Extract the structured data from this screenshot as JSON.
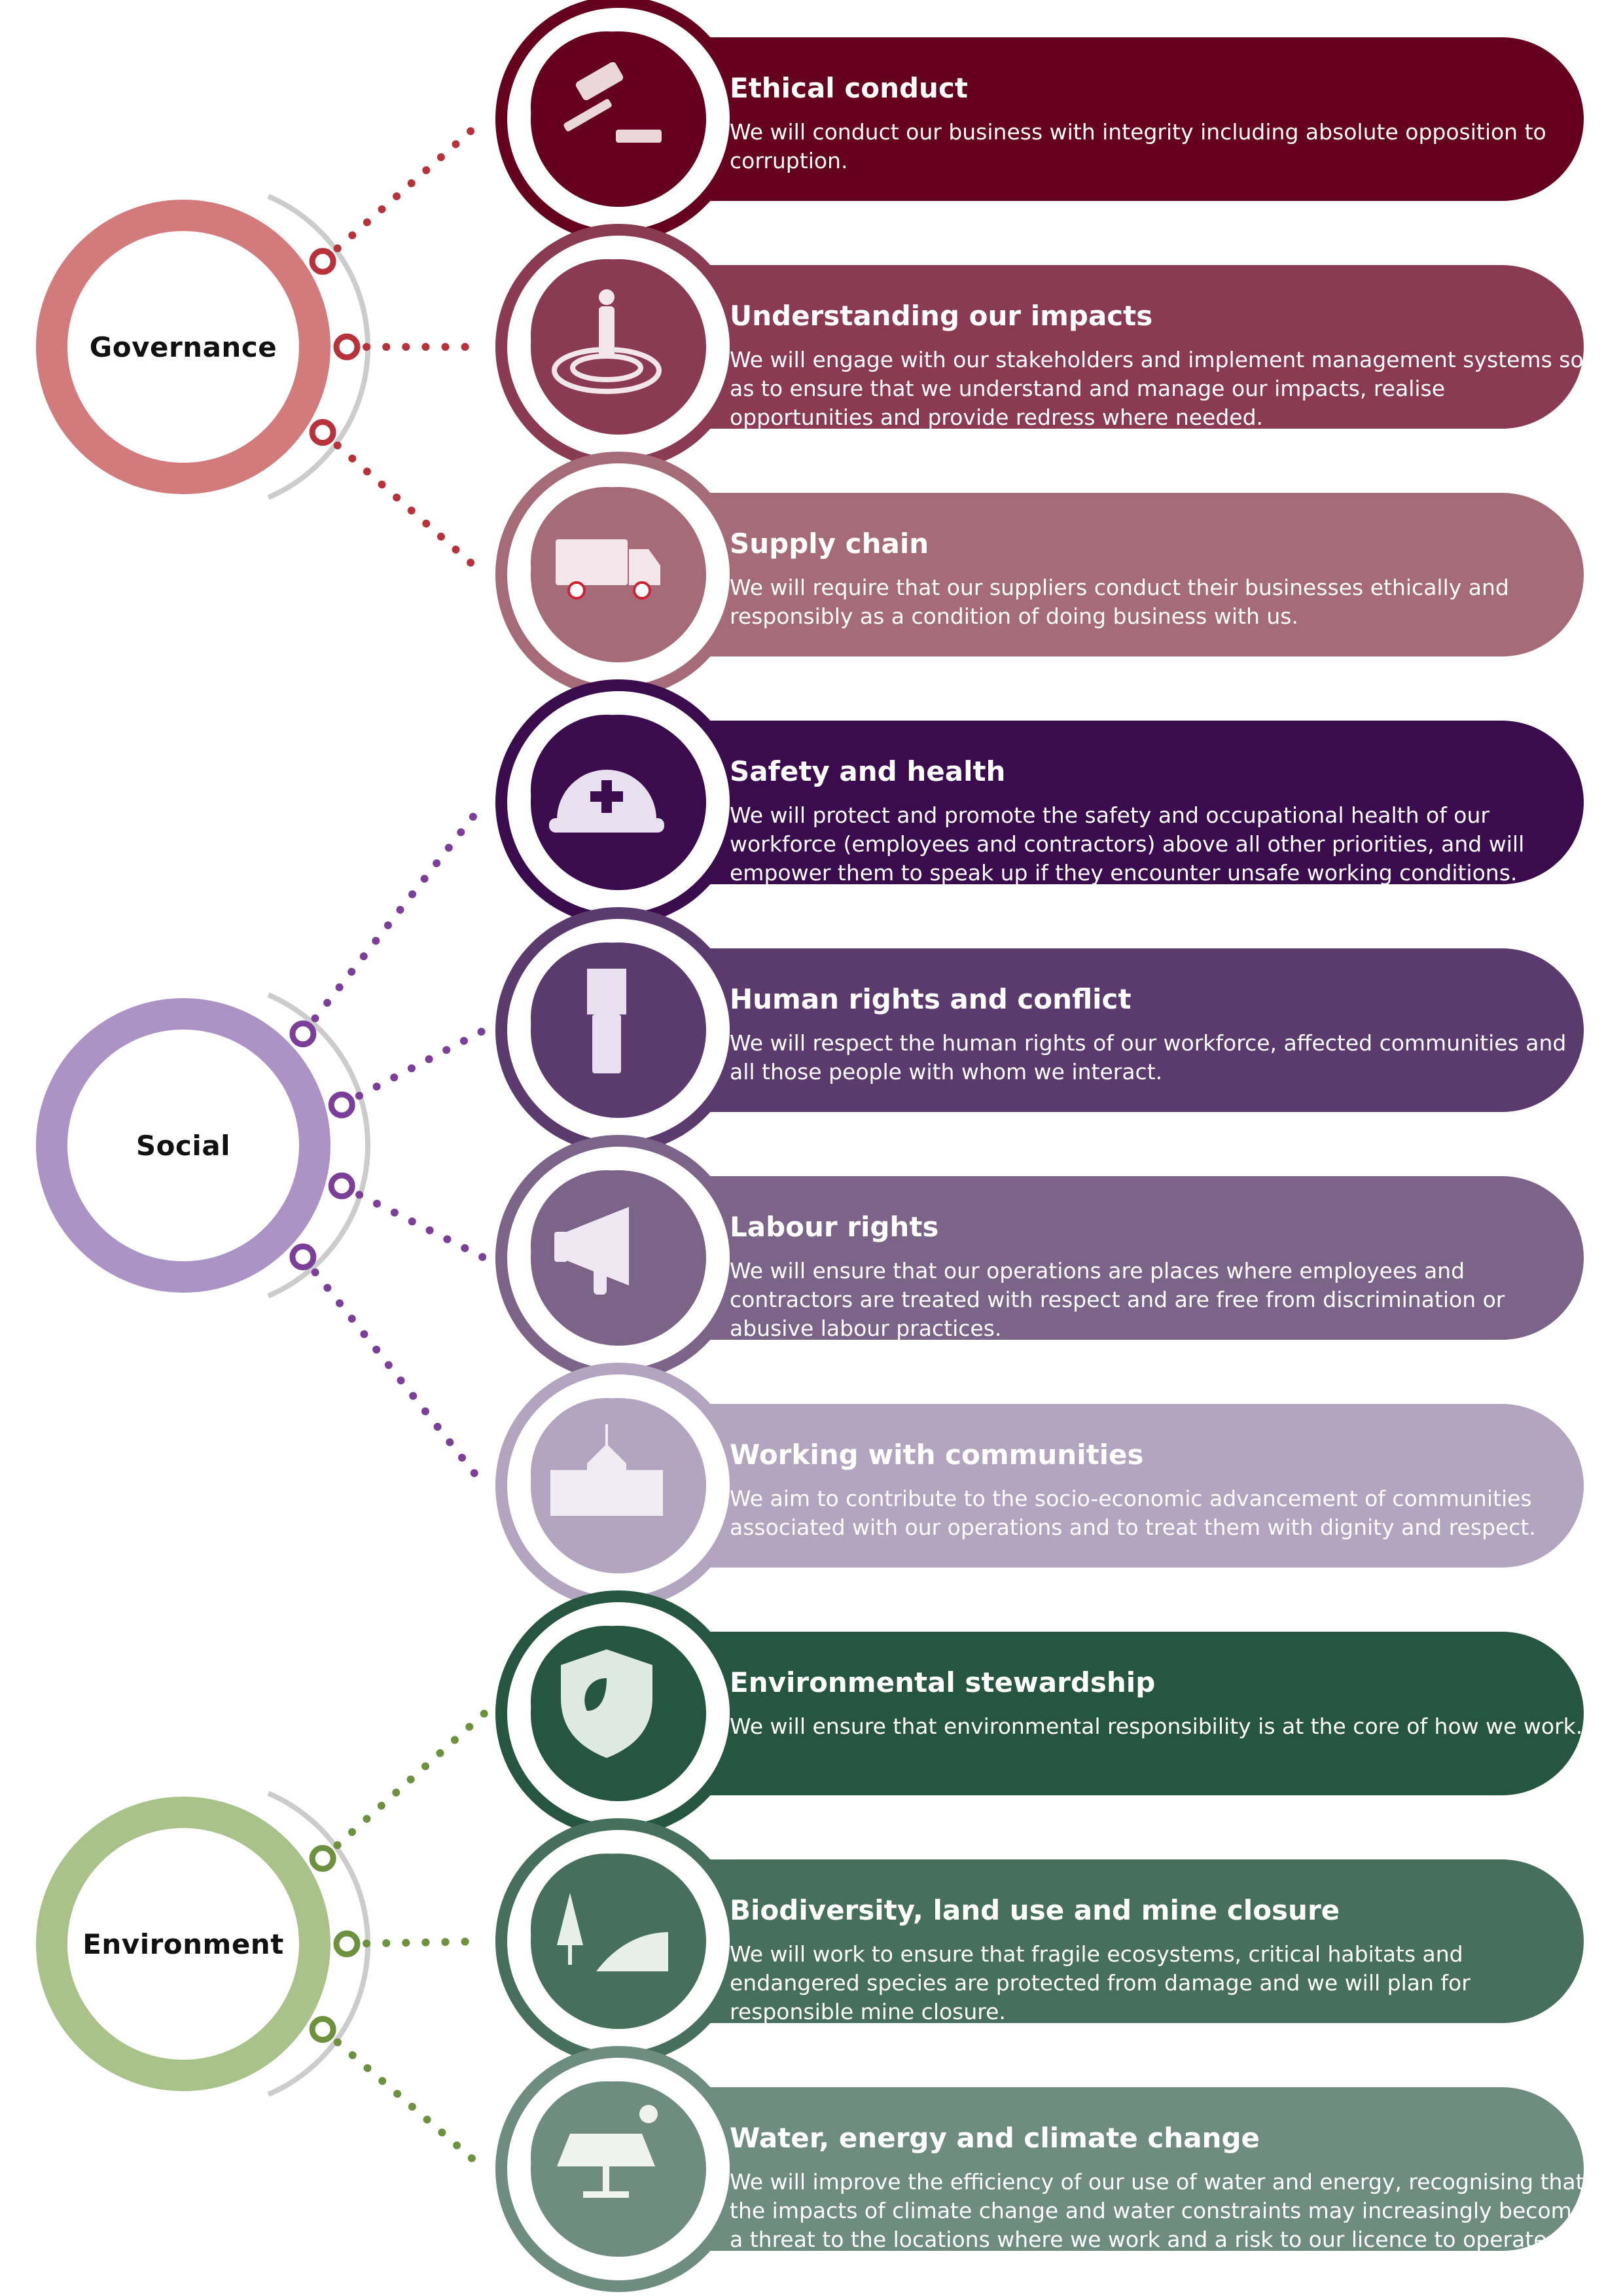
{
  "groups": [
    {
      "label": "Governance",
      "color": "#d27a7c",
      "dot_color": "#b8323c"
    },
    {
      "label": "Social",
      "color": "#ab93c5",
      "dot_color": "#7b3f9a"
    },
    {
      "label": "Environment",
      "color": "#a9c28a",
      "dot_color": "#6e9140"
    }
  ],
  "items": [
    {
      "title": "Ethical conduct",
      "description": "We will conduct our business with integrity including absolute opposition to corruption.",
      "color": "#66001f",
      "icon": "gavel-icon"
    },
    {
      "title": "Understanding our impacts",
      "description": "We will engage with our stakeholders and implement management systems so as to ensure that we understand and manage our impacts, realise opportunities and provide redress where needed.",
      "color": "#8a3a52",
      "icon": "person-ripple-icon"
    },
    {
      "title": "Supply chain",
      "description": "We will require that our suppliers conduct their businesses ethically and responsibly as a condition of doing business with us.",
      "color": "#a66b78",
      "icon": "truck-icon"
    },
    {
      "title": "Safety and health",
      "description": "We will protect and promote the safety and occupational health of our workforce (employees and contractors) above all other priorities, and will empower them to speak up if they encounter unsafe working conditions.",
      "color": "#3a0c4d",
      "icon": "hard-hat-icon"
    },
    {
      "title": "Human rights and conflict",
      "description": "We will respect the human rights of our workforce, affected communities and all those people with whom we interact.",
      "color": "#5b3a6e",
      "icon": "raised-fist-icon"
    },
    {
      "title": "Labour rights",
      "description": "We will ensure that our operations are places where employees and contractors are treated with respect and are free from discrimination or abusive labour practices.",
      "color": "#7b6488",
      "icon": "megaphone-icon"
    },
    {
      "title": "Working with communities",
      "description": "We aim to contribute to the socio-economic advancement of communities associated with our operations and to treat them with dignity and respect.",
      "color": "#b3a4bf",
      "icon": "school-building-icon"
    },
    {
      "title": "Environmental stewardship",
      "description": "We will ensure that environmental responsibility is at the core of how we work.",
      "color": "#265642",
      "icon": "shield-leaf-icon"
    },
    {
      "title": "Biodiversity, land use and mine closure",
      "description": "We will work to ensure that fragile ecosystems, critical habitats and endangered species are protected from damage and we will plan for responsible mine closure.",
      "color": "#476f5d",
      "icon": "landscape-icon"
    },
    {
      "title": "Water, energy and climate change",
      "description": "We will improve the efficiency of our use of water and energy, recognising that the impacts of climate change and water constraints may increasingly become a threat to the locations where we work and a risk to our licence to operate.",
      "color": "#6e8d80",
      "icon": "solar-panel-icon"
    }
  ]
}
